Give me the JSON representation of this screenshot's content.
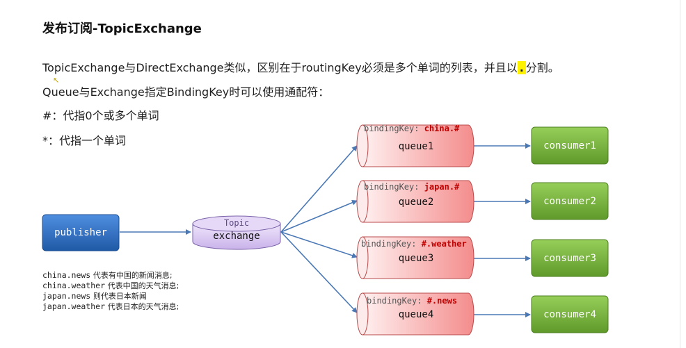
{
  "title": "发布订阅-TopicExchange",
  "intro": {
    "line1_before": "TopicExchange与DirectExchange类似，区别在于routingKey必须是多个单词的列表，并且以",
    "line1_highlight": ".",
    "line1_after": "分割。",
    "line2": "Queue与Exchange指定BindingKey时可以使用通配符：",
    "line3": "#：代指0个或多个单词",
    "line4": "*：代指一个单词"
  },
  "diagram": {
    "publisher": "publisher",
    "exchange_type": "Topic",
    "exchange": "exchange",
    "binding_prefix": "bindingKey: ",
    "queues": [
      {
        "label": "queue1",
        "binding": "china.#",
        "consumer": "consumer1"
      },
      {
        "label": "queue2",
        "binding": "japan.#",
        "consumer": "consumer2"
      },
      {
        "label": "queue3",
        "binding": "#.weather",
        "consumer": "consumer3"
      },
      {
        "label": "queue4",
        "binding": "#.news",
        "consumer": "consumer4"
      }
    ],
    "colors": {
      "publisher": "#2f6fc4",
      "exchange": "#d9c8f0",
      "queue": "#f7a7a7",
      "consumer": "#7cb342",
      "arrow": "#4a78b5",
      "binding": "#c00000"
    }
  },
  "notes": [
    {
      "key": "china.news",
      "desc": "代表有中国的新闻消息;"
    },
    {
      "key": "china.weather",
      "desc": "代表中国的天气消息;"
    },
    {
      "key": "japan.news",
      "desc": "则代表日本新闻"
    },
    {
      "key": "japan.weather",
      "desc": "代表日本的天气消息;"
    }
  ]
}
